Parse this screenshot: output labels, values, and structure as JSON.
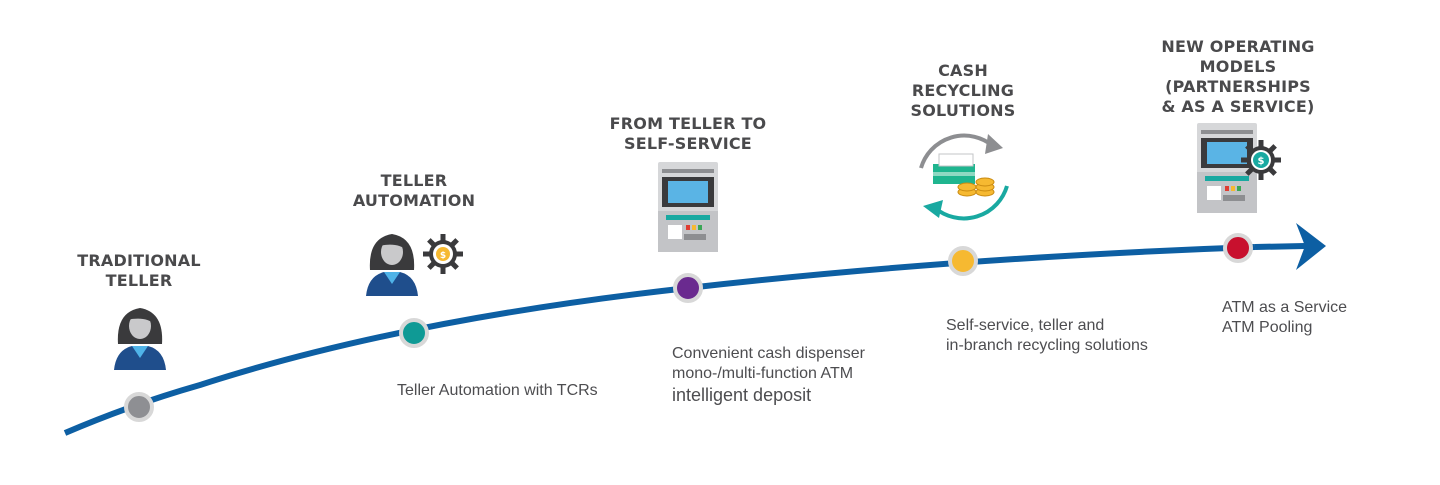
{
  "colors": {
    "line": "#0d5fa3",
    "marker_border": "#d8d8d8",
    "title_text": "#4a4a4c",
    "desc_text": "#4d4d50"
  },
  "stages": [
    {
      "title": "TRADITIONAL\nTELLER",
      "icon": "teller-person-icon",
      "marker_color": "#8e8f93",
      "desc_lines": []
    },
    {
      "title": "TELLER\nAUTOMATION",
      "icon": "teller-gear-icon",
      "marker_color": "#0f9a95",
      "desc_lines": [
        "Teller Automation with TCRs"
      ]
    },
    {
      "title": "FROM TELLER TO\nSELF-SERVICE",
      "icon": "atm-machine-icon",
      "marker_color": "#6a2a8f",
      "desc_lines": [
        "Convenient cash dispenser",
        "mono-/multi-function ATM",
        "intelligent deposit"
      ]
    },
    {
      "title": "CASH\nRECYCLING\nSOLUTIONS",
      "icon": "cash-recycling-icon",
      "marker_color": "#f6b931",
      "desc_lines": [
        "Self-service, teller and",
        "in-branch recycling solutions"
      ]
    },
    {
      "title": "NEW OPERATING\nMODELS (PARTNERSHIPS\n& AS A SERVICE)",
      "icon": "atm-service-icon",
      "marker_color": "#c8102e",
      "desc_lines": [
        "ATM as a Service",
        "ATM Pooling"
      ]
    }
  ]
}
